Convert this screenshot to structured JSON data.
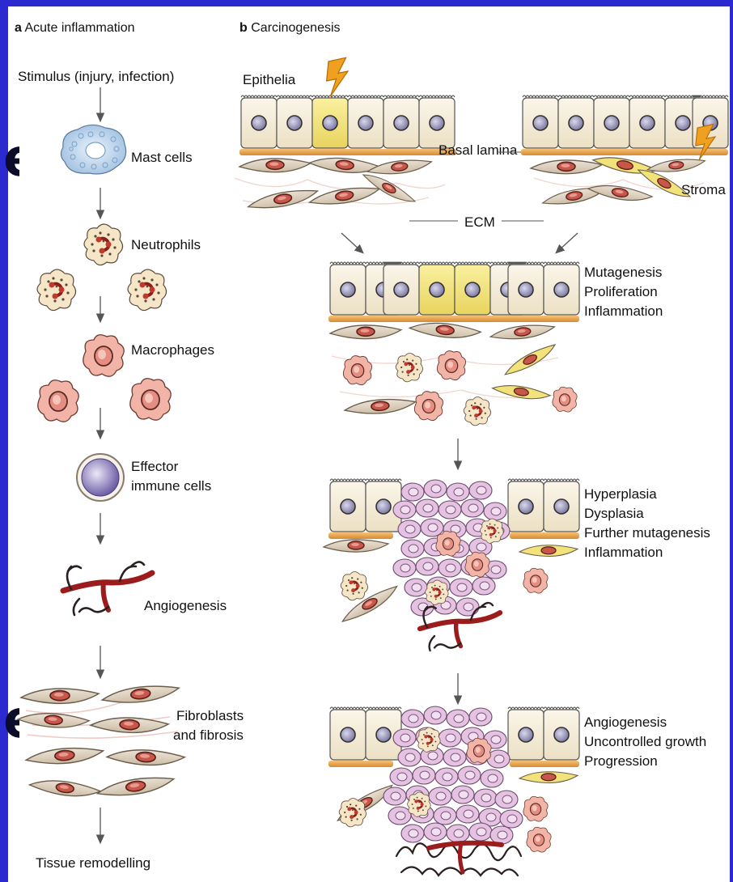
{
  "panel_a": {
    "letter": "a",
    "title": "Acute inflammation",
    "stimulus": "Stimulus (injury, infection)",
    "mast_cells": "Mast cells",
    "neutrophils": "Neutrophils",
    "macrophages": "Macrophages",
    "effector_line1": "Effector",
    "effector_line2": "immune cells",
    "angiogenesis": "Angiogenesis",
    "fibro_line1": "Fibroblasts",
    "fibro_line2": "and fibrosis",
    "tissue": "Tissue remodelling"
  },
  "panel_b": {
    "letter": "b",
    "title": "Carcinogenesis",
    "epithelia": "Epithelia",
    "basal_lamina": "Basal lamina",
    "stroma": "Stroma",
    "ecm": "ECM",
    "stage1": [
      "Mutagenesis",
      "Proliferation",
      "Inflammation"
    ],
    "stage2": [
      "Hyperplasia",
      "Dysplasia",
      "Further mutagenesis",
      "Inflammation"
    ],
    "stage3": [
      "Angiogenesis",
      "Uncontrolled growth",
      "Progression"
    ]
  },
  "colors": {
    "frame": "#2a2ad0",
    "epithelium": "#f6eedc",
    "mutated_cell": "#f2e27a",
    "nucleus": "#8a86a8",
    "basal_lamina": "#e8a64a",
    "fibroblast": "#d9ccb8",
    "fibroblast_nucleus": "#c8574a",
    "macrophage": "#f2b4a6",
    "tumour_cell": "#e6c2e2",
    "vessel": "#9b1c1c",
    "lightning": "#f0a020"
  }
}
